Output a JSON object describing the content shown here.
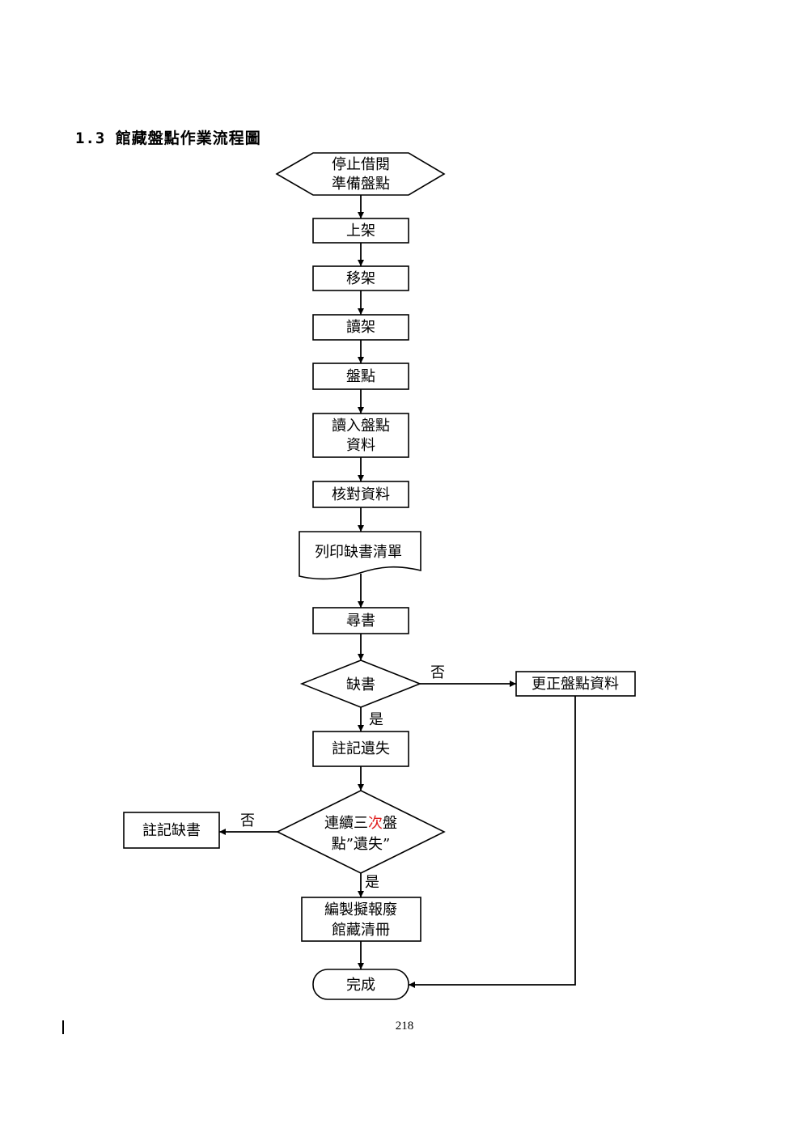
{
  "heading": "1.3 館藏盤點作業流程圖",
  "nodes": {
    "start": {
      "line1": "停止借閱",
      "line2": "準備盤點"
    },
    "shelve": "上架",
    "move_shelf": "移架",
    "read_shelf": "讀架",
    "inventory": "盤點",
    "load_data": {
      "line1": "讀入盤點",
      "line2": "資料"
    },
    "verify": "核對資料",
    "print_list": "列印缺書清單",
    "search": "尋書",
    "missing_decision": "缺書",
    "correct_data": "更正盤點資料",
    "mark_lost": "註記遺失",
    "three_times": {
      "line1_part1": "連續三",
      "line1_highlight": "次",
      "line1_part2": "盤",
      "line2": "點”遺失”"
    },
    "mark_missing": "註記缺書",
    "write_off": {
      "line1": "編製擬報廢",
      "line2": "館藏清冊"
    },
    "done": "完成"
  },
  "edge_labels": {
    "no_1": "否",
    "yes_1": "是",
    "no_2": "否",
    "yes_2": "是"
  },
  "colors": {
    "highlight": "#e02020"
  },
  "page_number": "218"
}
